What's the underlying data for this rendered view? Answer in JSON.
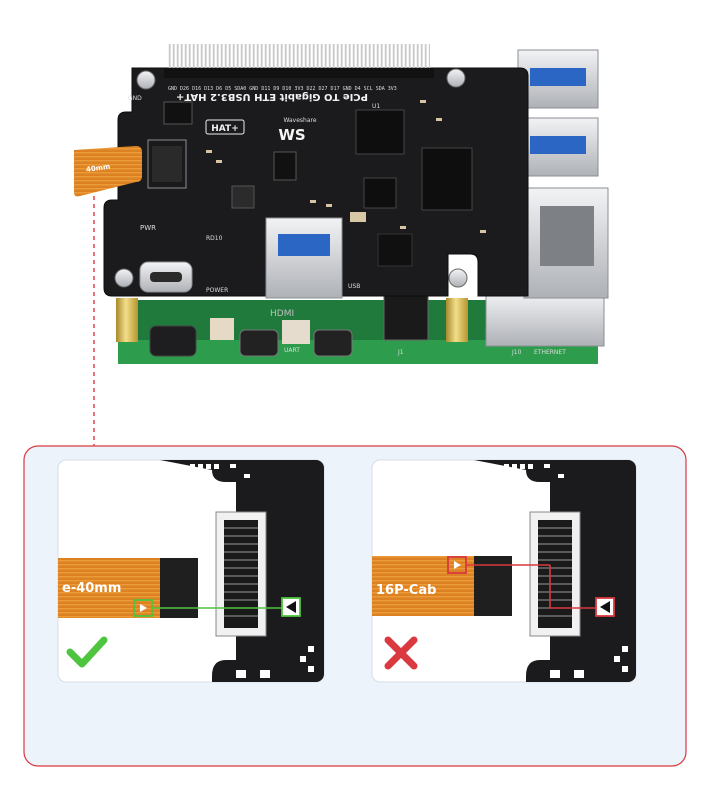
{
  "board": {
    "title": "PCIe TO Gigabit ETH USB3.2 HAT+",
    "brand": "Waveshare",
    "brand_logo": "WS",
    "hat_badge": "HAT+",
    "pwr_label": "PWR",
    "power_label": "POWER",
    "usb_label": "USB",
    "led_label": "RD10",
    "chip_top_label": "U1",
    "side_label": "GND",
    "pin_labels": "GND D26 D16 D13 D6 D5 SDA0 GND D11 D9 D10 3V3 D22 D27 D17 GND D4 SCL SDA 3V3",
    "lower_labels": {
      "uart": "UART",
      "hdmi": "HDMI",
      "j1": "J1",
      "j10": "J10",
      "ethernet": "ETHERNET"
    },
    "cable_text": "40mm"
  },
  "comparison": {
    "correct": {
      "cable_text": "e-40mm",
      "mark": "correct-check"
    },
    "wrong": {
      "cable_text": "16P-Cab",
      "mark": "wrong-cross"
    }
  },
  "colors": {
    "board_black": "#1b1b1d",
    "cable_orange": "#e98e2c",
    "panel_border": "#d9393f",
    "panel_fill": "#edf3fb",
    "correct_green": "#4fc43e",
    "wrong_red": "#d9393f"
  }
}
